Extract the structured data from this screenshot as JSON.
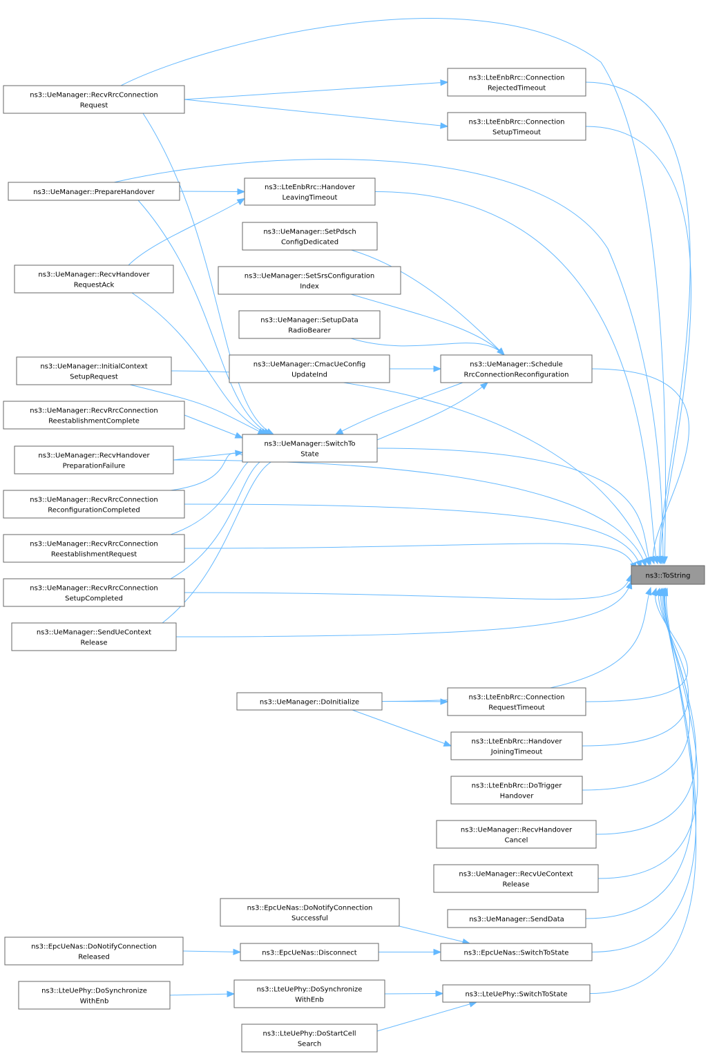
{
  "graph": {
    "nodes": [
      {
        "id": "tostring",
        "lines": [
          "ns3::ToString"
        ],
        "highlight": true
      },
      {
        "id": "recvrrcreq",
        "lines": [
          "ns3::UeManager::RecvRrcConnection",
          "Request"
        ]
      },
      {
        "id": "rejto",
        "lines": [
          "ns3::LteEnbRrc::Connection",
          "RejectedTimeout"
        ]
      },
      {
        "id": "setupto",
        "lines": [
          "ns3::LteEnbRrc::Connection",
          "SetupTimeout"
        ]
      },
      {
        "id": "prepho",
        "lines": [
          "ns3::UeManager::PrepareHandover"
        ]
      },
      {
        "id": "holeave",
        "lines": [
          "ns3::LteEnbRrc::Handover",
          "LeavingTimeout"
        ]
      },
      {
        "id": "setpdsch",
        "lines": [
          "ns3::UeManager::SetPdsch",
          "ConfigDedicated"
        ]
      },
      {
        "id": "recvhoack",
        "lines": [
          "ns3::UeManager::RecvHandover",
          "RequestAck"
        ]
      },
      {
        "id": "setsrs",
        "lines": [
          "ns3::UeManager::SetSrsConfiguration",
          "Index"
        ]
      },
      {
        "id": "setupdrb",
        "lines": [
          "ns3::UeManager::SetupData",
          "RadioBearer"
        ]
      },
      {
        "id": "initctx",
        "lines": [
          "ns3::UeManager::InitialContext",
          "SetupRequest"
        ]
      },
      {
        "id": "cmac",
        "lines": [
          "ns3::UeManager::CmacUeConfig",
          "UpdateInd"
        ]
      },
      {
        "id": "schedrrc",
        "lines": [
          "ns3::UeManager::Schedule",
          "RrcConnectionReconfiguration"
        ]
      },
      {
        "id": "reestcomp",
        "lines": [
          "ns3::UeManager::RecvRrcConnection",
          "ReestablishmentComplete"
        ]
      },
      {
        "id": "switchto",
        "lines": [
          "ns3::UeManager::SwitchTo",
          "State"
        ]
      },
      {
        "id": "hoprepfail",
        "lines": [
          "ns3::UeManager::RecvHandover",
          "PreparationFailure"
        ]
      },
      {
        "id": "reconfcomp",
        "lines": [
          "ns3::UeManager::RecvRrcConnection",
          "ReconfigurationCompleted"
        ]
      },
      {
        "id": "reestreq",
        "lines": [
          "ns3::UeManager::RecvRrcConnection",
          "ReestablishmentRequest"
        ]
      },
      {
        "id": "setupcomp",
        "lines": [
          "ns3::UeManager::RecvRrcConnection",
          "SetupCompleted"
        ]
      },
      {
        "id": "sendctxrel",
        "lines": [
          "ns3::UeManager::SendUeContext",
          "Release"
        ]
      },
      {
        "id": "doinit",
        "lines": [
          "ns3::UeManager::DoInitialize"
        ]
      },
      {
        "id": "reqto",
        "lines": [
          "ns3::LteEnbRrc::Connection",
          "RequestTimeout"
        ]
      },
      {
        "id": "hojoin",
        "lines": [
          "ns3::LteEnbRrc::Handover",
          "JoiningTimeout"
        ]
      },
      {
        "id": "dotrigho",
        "lines": [
          "ns3::LteEnbRrc::DoTrigger",
          "Handover"
        ]
      },
      {
        "id": "recvhocancel",
        "lines": [
          "ns3::UeManager::RecvHandover",
          "Cancel"
        ]
      },
      {
        "id": "recvctxrel",
        "lines": [
          "ns3::UeManager::RecvUeContext",
          "Release"
        ]
      },
      {
        "id": "senddata",
        "lines": [
          "ns3::UeManager::SendData"
        ]
      },
      {
        "id": "nasconnsucc",
        "lines": [
          "ns3::EpcUeNas::DoNotifyConnection",
          "Successful"
        ]
      },
      {
        "id": "nasconnrel",
        "lines": [
          "ns3::EpcUeNas::DoNotifyConnection",
          "Released"
        ]
      },
      {
        "id": "nasdisc",
        "lines": [
          "ns3::EpcUeNas::Disconnect"
        ]
      },
      {
        "id": "nasswitch",
        "lines": [
          "ns3::EpcUeNas::SwitchToState"
        ]
      },
      {
        "id": "physync1",
        "lines": [
          "ns3::LteUePhy::DoSynchronize",
          "WithEnb"
        ]
      },
      {
        "id": "physync2",
        "lines": [
          "ns3::LteUePhy::DoSynchronize",
          "WithEnb"
        ]
      },
      {
        "id": "physwitch",
        "lines": [
          "ns3::LteUePhy::SwitchToState"
        ]
      },
      {
        "id": "phycell",
        "lines": [
          "ns3::LteUePhy::DoStartCell",
          "Search"
        ]
      }
    ],
    "edges": [
      [
        "recvrrcreq",
        "tostring"
      ],
      [
        "recvrrcreq",
        "rejto"
      ],
      [
        "recvrrcreq",
        "setupto"
      ],
      [
        "recvrrcreq",
        "switchto"
      ],
      [
        "rejto",
        "tostring"
      ],
      [
        "setupto",
        "tostring"
      ],
      [
        "prepho",
        "tostring"
      ],
      [
        "prepho",
        "holeave"
      ],
      [
        "prepho",
        "switchto"
      ],
      [
        "holeave",
        "tostring"
      ],
      [
        "recvhoack",
        "holeave"
      ],
      [
        "recvhoack",
        "switchto"
      ],
      [
        "setpdsch",
        "schedrrc"
      ],
      [
        "setsrs",
        "schedrrc"
      ],
      [
        "setupdrb",
        "schedrrc"
      ],
      [
        "cmac",
        "schedrrc"
      ],
      [
        "schedrrc",
        "tostring"
      ],
      [
        "schedrrc",
        "switchto"
      ],
      [
        "switchto",
        "schedrrc"
      ],
      [
        "initctx",
        "switchto"
      ],
      [
        "initctx",
        "tostring"
      ],
      [
        "reestcomp",
        "switchto"
      ],
      [
        "switchto",
        "tostring"
      ],
      [
        "hoprepfail",
        "switchto"
      ],
      [
        "hoprepfail",
        "tostring"
      ],
      [
        "reconfcomp",
        "switchto"
      ],
      [
        "reconfcomp",
        "tostring"
      ],
      [
        "reestreq",
        "switchto"
      ],
      [
        "reestreq",
        "tostring"
      ],
      [
        "setupcomp",
        "switchto"
      ],
      [
        "setupcomp",
        "tostring"
      ],
      [
        "sendctxrel",
        "switchto"
      ],
      [
        "sendctxrel",
        "tostring"
      ],
      [
        "doinit",
        "tostring"
      ],
      [
        "doinit",
        "reqto"
      ],
      [
        "doinit",
        "hojoin"
      ],
      [
        "reqto",
        "tostring"
      ],
      [
        "hojoin",
        "tostring"
      ],
      [
        "dotrigho",
        "tostring"
      ],
      [
        "recvhocancel",
        "tostring"
      ],
      [
        "recvctxrel",
        "tostring"
      ],
      [
        "senddata",
        "tostring"
      ],
      [
        "nasconnsucc",
        "nasswitch"
      ],
      [
        "nasconnrel",
        "nasdisc"
      ],
      [
        "nasdisc",
        "nasswitch"
      ],
      [
        "nasswitch",
        "tostring"
      ],
      [
        "physync1",
        "physync2"
      ],
      [
        "physync2",
        "physwitch"
      ],
      [
        "phycell",
        "physwitch"
      ],
      [
        "physwitch",
        "tostring"
      ]
    ]
  }
}
